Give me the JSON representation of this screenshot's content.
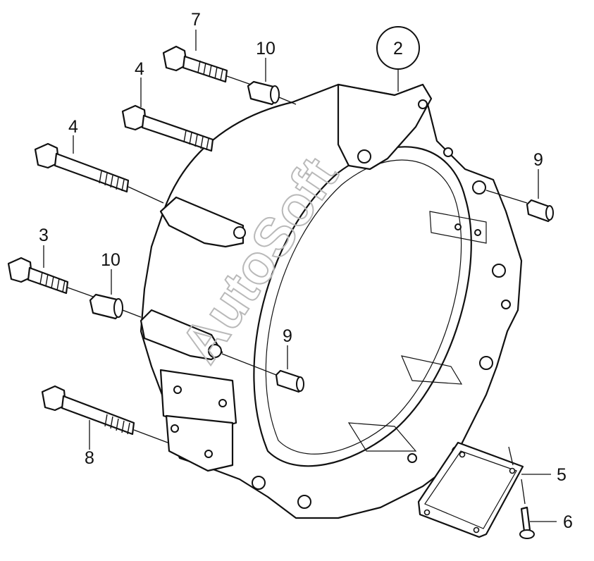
{
  "watermark": "AutoSoft",
  "callouts": {
    "c2": "2",
    "c3": "3",
    "c4a": "4",
    "c4b": "4",
    "c5": "5",
    "c6": "6",
    "c7": "7",
    "c8": "8",
    "c9a": "9",
    "c9b": "9",
    "c10a": "10",
    "c10b": "10"
  }
}
